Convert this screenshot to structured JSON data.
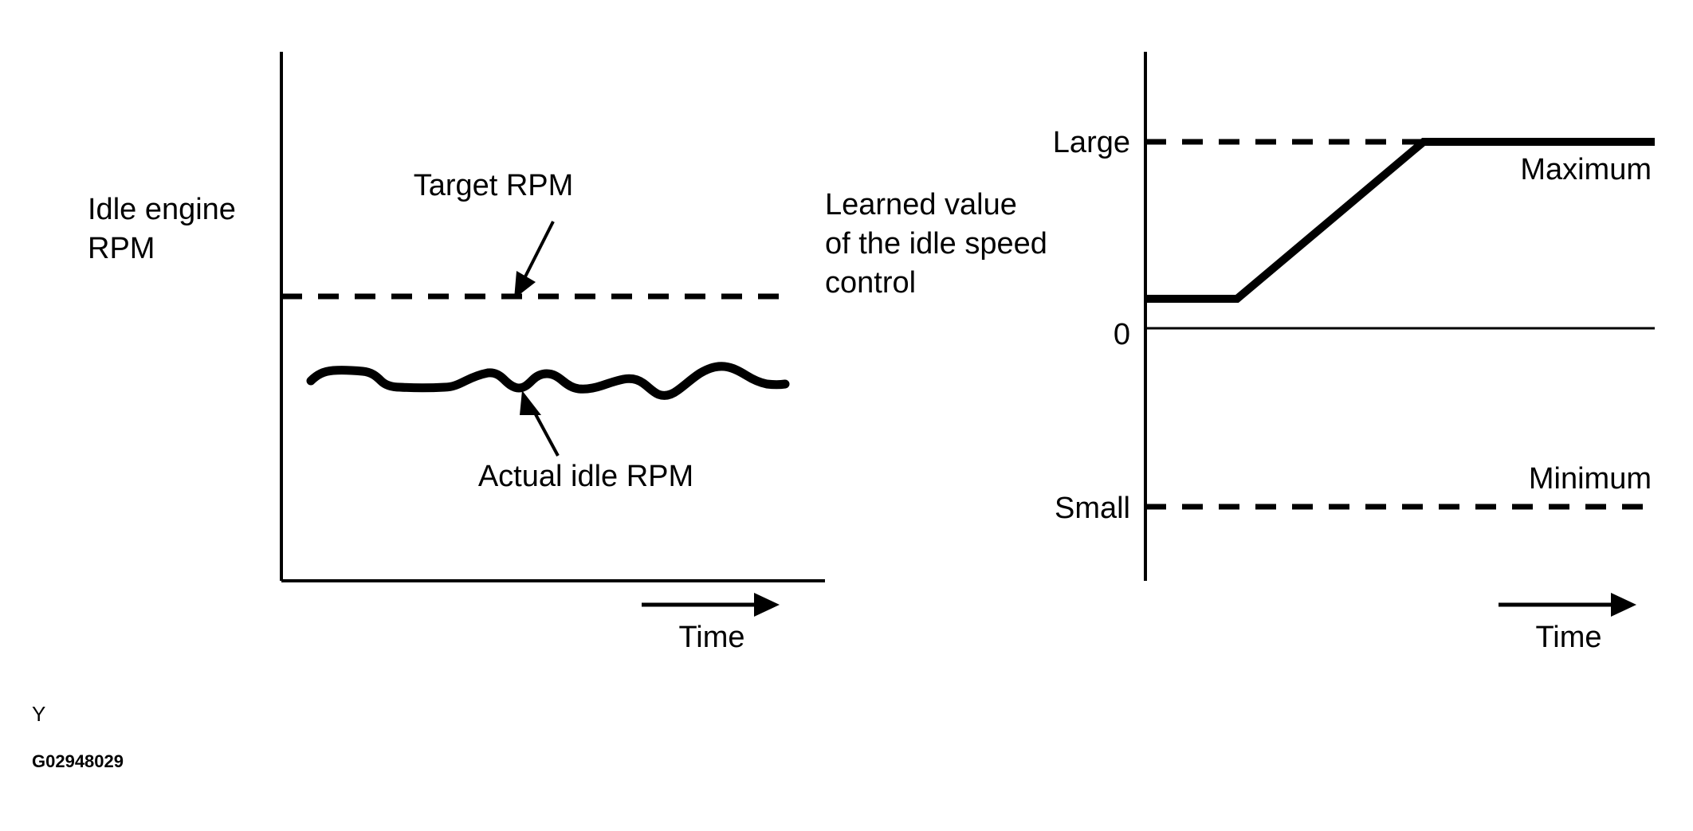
{
  "figure": {
    "mark": "Y",
    "code": "G02948029"
  },
  "left_chart": {
    "y_axis_label_line1": "Idle engine",
    "y_axis_label_line2": "RPM",
    "target_label": "Target RPM",
    "actual_label": "Actual idle RPM",
    "time_label": "Time"
  },
  "right_chart": {
    "block_label_line1": "Learned value",
    "block_label_line2": "of the idle speed",
    "block_label_line3": "control",
    "tick_large": "Large",
    "tick_zero": "0",
    "tick_small": "Small",
    "maximum_label": "Maximum",
    "minimum_label": "Minimum",
    "time_label": "Time"
  },
  "chart_data": [
    {
      "type": "line",
      "title": "Idle engine RPM vs Time",
      "xlabel": "Time",
      "ylabel": "Idle engine RPM",
      "grid": false,
      "legend": "annotations",
      "annotations": [
        {
          "text": "Target RPM",
          "points_to": "target-rpm-dashed-line"
        },
        {
          "text": "Actual idle RPM",
          "points_to": "actual-idle-rpm-wave"
        }
      ],
      "series": [
        {
          "name": "Target RPM",
          "style": "dashed",
          "constant_value": 0.78,
          "x_range": [
            0,
            1
          ]
        },
        {
          "name": "Actual idle RPM",
          "style": "solid-wavy",
          "x": [
            0.055,
            0.09,
            0.13,
            0.17,
            0.2,
            0.235,
            0.3,
            0.345,
            0.375,
            0.405,
            0.425,
            0.45,
            0.475,
            0.5,
            0.525,
            0.555,
            0.59,
            0.62,
            0.655,
            0.69,
            0.725,
            0.77,
            0.815,
            0.86,
            0.9,
            0.94,
            1.0
          ],
          "y": [
            0.555,
            0.585,
            0.595,
            0.59,
            0.565,
            0.56,
            0.56,
            0.575,
            0.59,
            0.585,
            0.565,
            0.575,
            0.595,
            0.585,
            0.565,
            0.565,
            0.575,
            0.575,
            0.565,
            0.545,
            0.555,
            0.595,
            0.615,
            0.615,
            0.6,
            0.578,
            0.572
          ]
        }
      ]
    },
    {
      "type": "line",
      "title": "Learned value of the idle speed control vs Time",
      "xlabel": "Time",
      "ylabel": "Learned value of the idle speed control",
      "grid": false,
      "ytick_labels": [
        "Large",
        "0",
        "Small"
      ],
      "ytick_values": [
        1.0,
        0.69,
        0.0
      ],
      "legend": "inline",
      "annotations": [
        {
          "text": "Maximum",
          "points_to": "large-limit-line"
        },
        {
          "text": "Minimum",
          "points_to": "small-limit-line"
        }
      ],
      "series": [
        {
          "name": "Maximum limit",
          "style": "dashed",
          "constant_value": 1.0,
          "x_range": [
            0,
            1
          ]
        },
        {
          "name": "Minimum limit",
          "style": "dashed",
          "constant_value": 0.0,
          "x_range": [
            0,
            1
          ]
        },
        {
          "name": "Zero reference",
          "style": "thin-solid",
          "constant_value": 0.69,
          "x_range": [
            0,
            1
          ]
        },
        {
          "name": "Learned value",
          "style": "solid-ramp",
          "x": [
            0.0,
            0.177,
            0.543,
            1.0
          ],
          "y": [
            0.766,
            0.766,
            1.0,
            1.0
          ]
        }
      ]
    }
  ]
}
